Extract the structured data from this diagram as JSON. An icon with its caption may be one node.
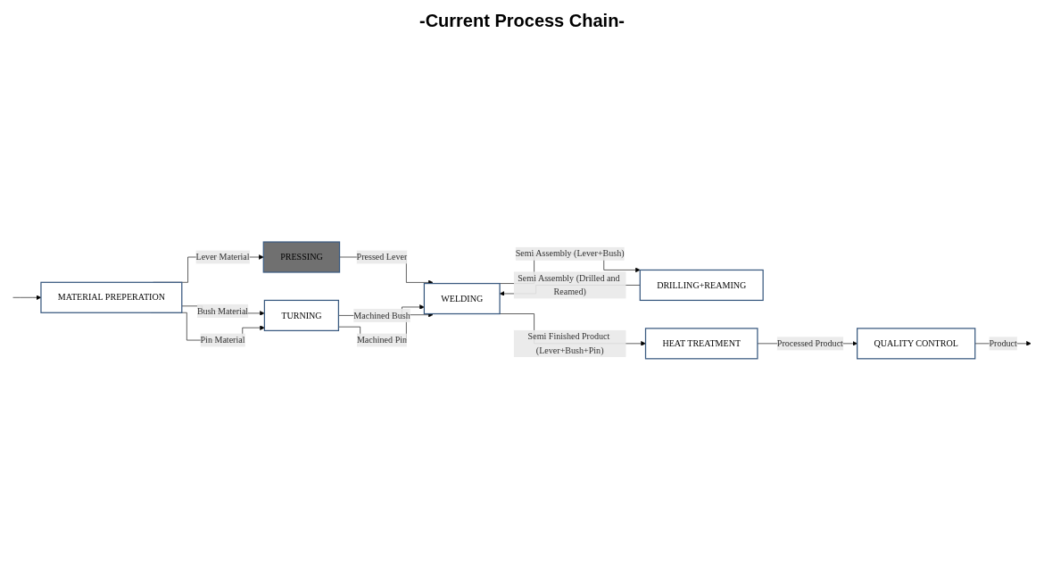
{
  "diagram": {
    "title": "-Current Process Chain-",
    "nodes": [
      {
        "text": [
          "MATERIAL PREPERATION"
        ]
      },
      {
        "text": [
          "PRESSING"
        ]
      },
      {
        "text": [
          "TURNING"
        ]
      },
      {
        "text": [
          "WELDING"
        ]
      },
      {
        "text": [
          "DRILLING+REAMING"
        ]
      },
      {
        "text": [
          "HEAT TREATMENT"
        ]
      },
      {
        "text": [
          "QUALITY CONTROL"
        ]
      }
    ],
    "edges": [
      {
        "from": null,
        "to": 0,
        "arrow": "to"
      },
      {
        "from": 0,
        "to": 1,
        "arrow": "to",
        "label": "Lever Material"
      },
      {
        "from": 0,
        "to": 2,
        "arrow": "to",
        "label": "Bush Material"
      },
      {
        "from": 0,
        "to": 2,
        "arrow": "to",
        "label": "Pin Material"
      },
      {
        "from": 1,
        "to": 3,
        "arrow": "to",
        "label": "Pressed Lever"
      },
      {
        "from": 2,
        "to": 3,
        "arrow": "to",
        "label": "Machined Bush"
      },
      {
        "from": 2,
        "to": 3,
        "arrow": "to",
        "label": "Machined Pin"
      },
      {
        "from": 3,
        "to": 4,
        "arrow": "to",
        "label": "Semi Assembly (Lever+Bush)"
      },
      {
        "from": 4,
        "to": 3,
        "arrow": "to",
        "label": "Semi Assembly (Drilled and Reamed)"
      },
      {
        "from": 3,
        "to": 5,
        "arrow": "to",
        "label": "Semi Finished Product (Lever+Bush+Pin)"
      },
      {
        "from": 5,
        "to": 6,
        "arrow": "to",
        "label": "Processed Product"
      },
      {
        "from": 6,
        "to": null,
        "arrow": "to",
        "label": "Product"
      }
    ]
  }
}
